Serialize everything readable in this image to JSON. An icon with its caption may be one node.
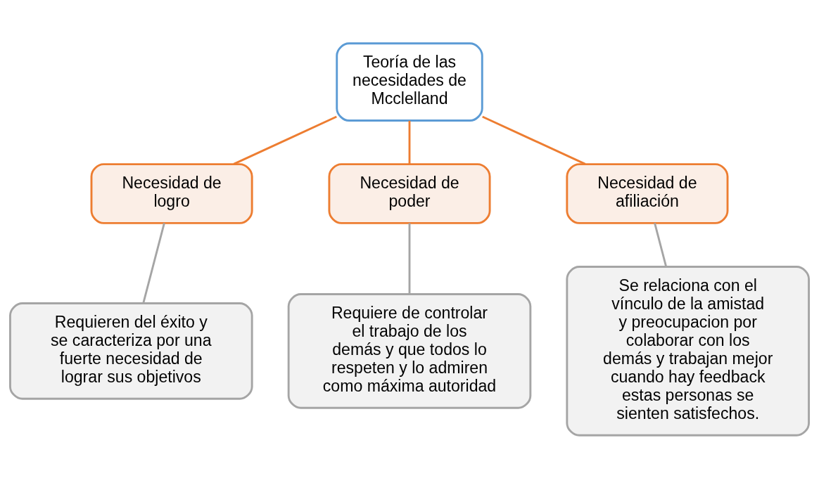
{
  "diagram": {
    "nodes": [
      {
        "text": [
          "Teoría de las necesidades de Mcclelland"
        ]
      },
      {
        "text": [
          "Necesidad de logro"
        ]
      },
      {
        "text": [
          "Necesidad de poder"
        ]
      },
      {
        "text": [
          "Necesidad de afiliación"
        ]
      },
      {
        "text": [
          "Requieren del éxito y se caracteriza por una fuerte necesidad de lograr sus objetivos"
        ]
      },
      {
        "text": [
          "Requiere de controlar el trabajo de los demás y que todos lo respeten y lo admiren como máxima autoridad"
        ]
      },
      {
        "text": [
          "Se relaciona con el vínculo de la amistad y preocupacion por colaborar con los demás y trabajan mejor cuando hay feedback estas personas se sienten satisfechos."
        ]
      }
    ],
    "edges": [
      {
        "from": 0,
        "to": 1,
        "arrow": "none",
        "color": "#ed7d31"
      },
      {
        "from": 0,
        "to": 2,
        "arrow": "none",
        "color": "#ed7d31"
      },
      {
        "from": 0,
        "to": 3,
        "arrow": "none",
        "color": "#ed7d31"
      },
      {
        "from": 1,
        "to": 4,
        "arrow": "none",
        "color": "#a5a5a5"
      },
      {
        "from": 2,
        "to": 5,
        "arrow": "none",
        "color": "#a5a5a5"
      },
      {
        "from": 3,
        "to": 6,
        "arrow": "none",
        "color": "#a5a5a5"
      }
    ]
  }
}
